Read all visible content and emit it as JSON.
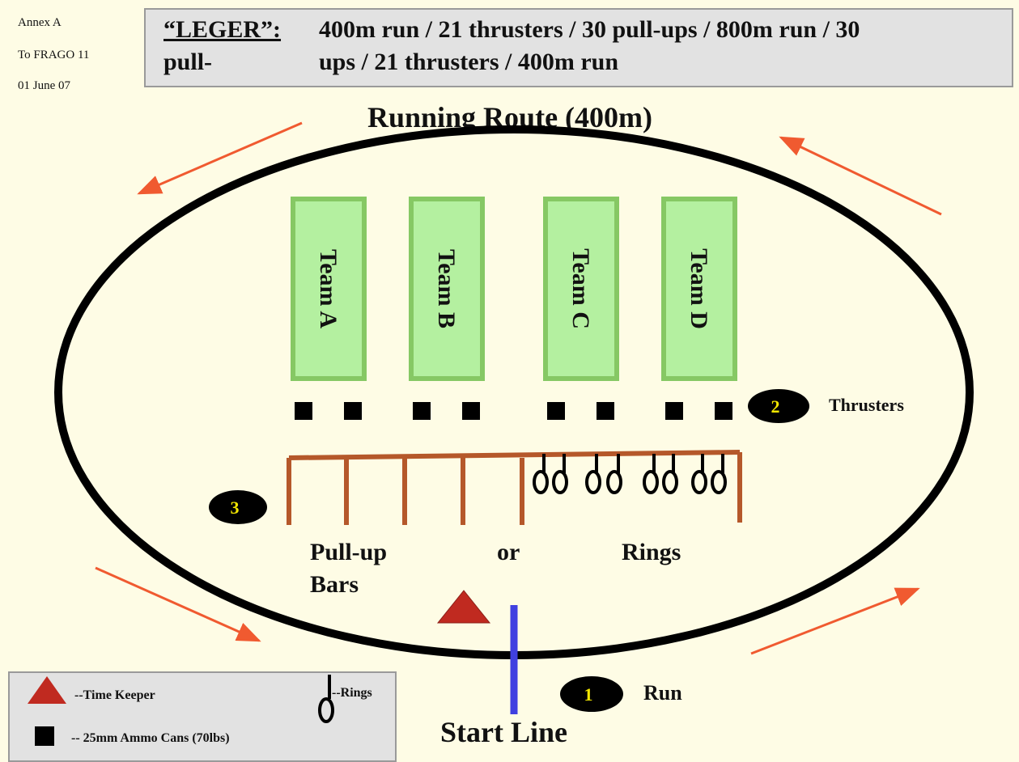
{
  "annex": {
    "line1": "Annex A",
    "line2": "To FRAGO 11",
    "line3": "01 June 07"
  },
  "header": {
    "workout_name": "“LEGER”:",
    "line1_text": "400m run / 21 thrusters / 30 pull-ups / 800m run / 30",
    "line2_lead": "pull-",
    "line2_text": "ups / 21 thrusters / 400m run"
  },
  "title": "Running Route (400m)",
  "teams": [
    "Team A",
    "Team B",
    "Team C",
    "Team D"
  ],
  "stations": {
    "run": {
      "number": "1",
      "label": "Run"
    },
    "thrusters": {
      "number": "2",
      "label": "Thrusters"
    },
    "pullups": {
      "number": "3"
    }
  },
  "labels": {
    "pullup_line1": "Pull-up",
    "pullup_line2": "Bars",
    "or": "or",
    "rings": "Rings",
    "start_line": "Start Line"
  },
  "legend": {
    "time_keeper": "--Time Keeper",
    "rings": "--Rings",
    "ammo_cans": "-- 25mm Ammo Cans (70lbs)"
  },
  "colors": {
    "background": "#fefce5",
    "team_box_fill": "#b4f0a0",
    "team_box_border": "#86c864",
    "bar_color": "#b5582a",
    "arrow_color": "#f05a30",
    "start_line_color": "#4040e0",
    "time_keeper_color": "#c02a20",
    "station_number_color": "#f2e600"
  },
  "icons": {
    "time_keeper": "red-triangle-icon",
    "ammo_can": "black-square-icon",
    "ring": "ring-icon",
    "direction": "arrow-icon"
  }
}
